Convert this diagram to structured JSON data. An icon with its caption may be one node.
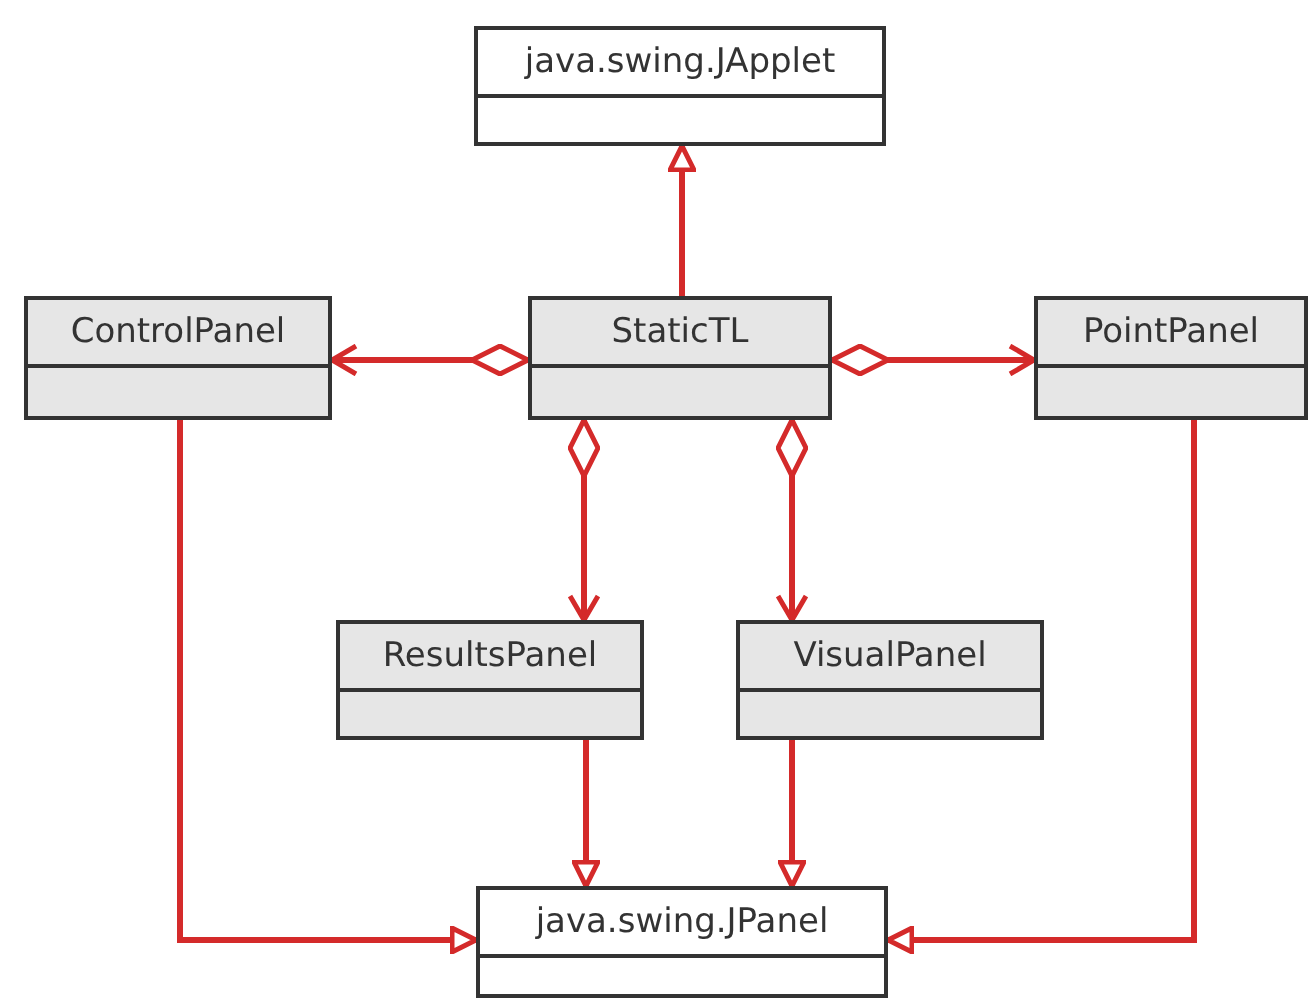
{
  "diagram": {
    "nodes": [
      {
        "text": [
          "java.swing.JApplet"
        ]
      },
      {
        "text": [
          "ControlPanel"
        ]
      },
      {
        "text": [
          "StaticTL"
        ]
      },
      {
        "text": [
          "PointPanel"
        ]
      },
      {
        "text": [
          "ResultsPanel"
        ]
      },
      {
        "text": [
          "VisualPanel"
        ]
      },
      {
        "text": [
          "java.swing.JPanel"
        ]
      }
    ],
    "edges": [
      {
        "from": 2,
        "to": 0,
        "arrow": "to"
      },
      {
        "from": 2,
        "to": 1,
        "arrow": "to"
      },
      {
        "from": 2,
        "to": 3,
        "arrow": "to"
      },
      {
        "from": 2,
        "to": 4,
        "arrow": "to"
      },
      {
        "from": 2,
        "to": 5,
        "arrow": "to"
      },
      {
        "from": 1,
        "to": 6,
        "arrow": "to"
      },
      {
        "from": 4,
        "to": 6,
        "arrow": "to"
      },
      {
        "from": 5,
        "to": 6,
        "arrow": "to"
      },
      {
        "from": 3,
        "to": 6,
        "arrow": "to"
      }
    ]
  }
}
